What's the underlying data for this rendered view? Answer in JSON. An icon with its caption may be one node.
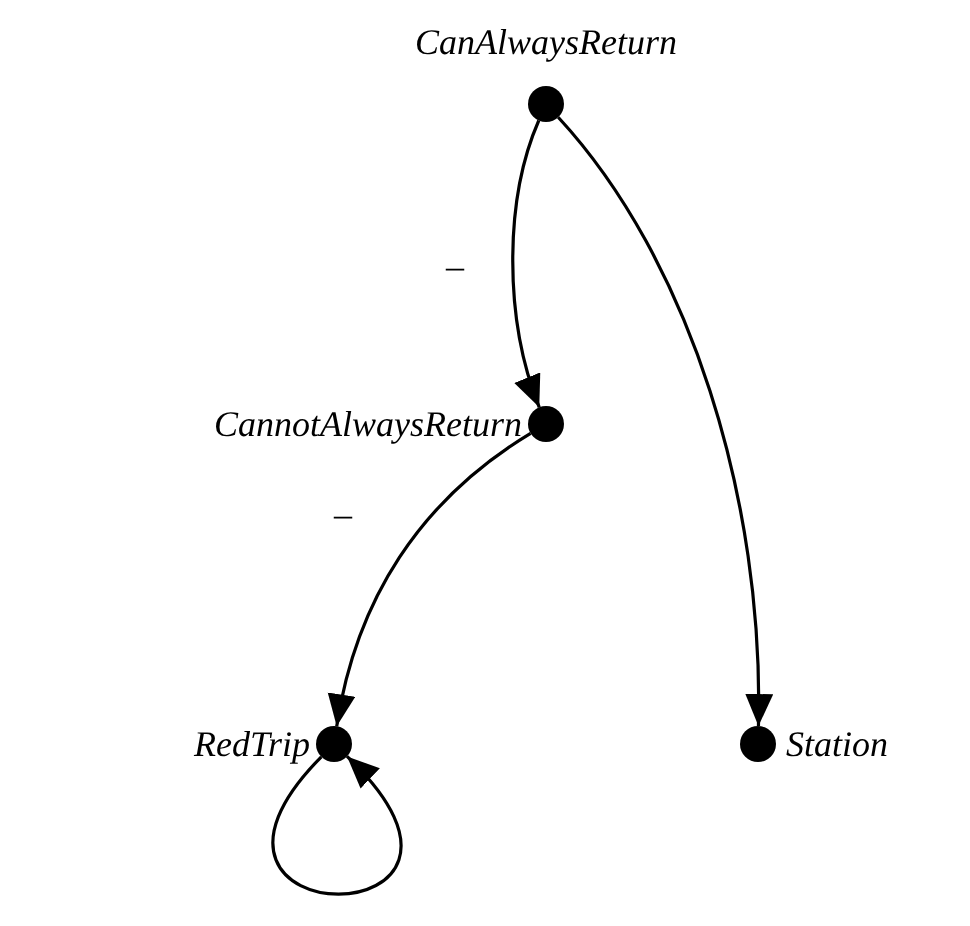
{
  "diagram": {
    "nodes": [
      {
        "text": [
          "CanAlwaysReturn"
        ]
      },
      {
        "text": [
          "CannotAlwaysReturn"
        ]
      },
      {
        "text": [
          "RedTrip"
        ]
      },
      {
        "text": [
          "Station"
        ]
      }
    ],
    "edges": [
      {
        "from": 0,
        "to": 1,
        "arrow": "to",
        "label": "–"
      },
      {
        "from": 0,
        "to": 3,
        "arrow": "to"
      },
      {
        "from": 1,
        "to": 2,
        "arrow": "to",
        "label": "–"
      },
      {
        "from": 2,
        "to": 2,
        "arrow": "to"
      }
    ]
  }
}
